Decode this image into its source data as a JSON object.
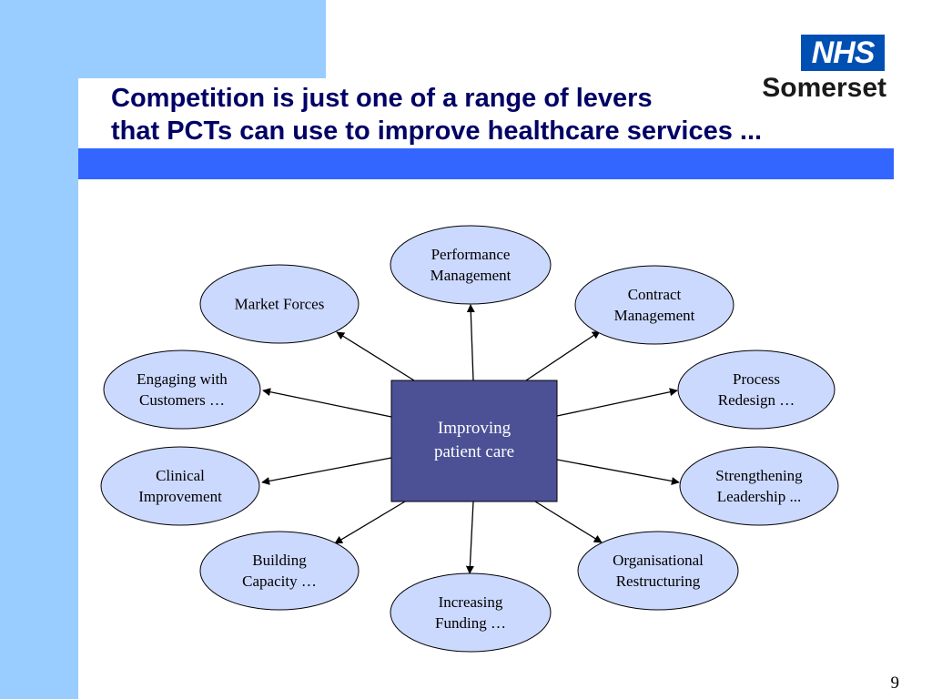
{
  "slide": {
    "title_line1": "Competition is just one of a range of levers",
    "title_line2": "that PCTs can use to improve healthcare services ...",
    "page_number": "9"
  },
  "logo": {
    "badge": "NHS",
    "org": "Somerset"
  },
  "colors": {
    "band": "#99ccff",
    "title_bar": "#3366ff",
    "title_text": "#000066",
    "node_fill": "#ccd9ff",
    "center_fill": "#4c5196"
  },
  "diagram": {
    "center": {
      "line1": "Improving",
      "line2": "patient care"
    },
    "nodes": [
      {
        "id": "performance-management",
        "line1": "Performance",
        "line2": "Management"
      },
      {
        "id": "contract-management",
        "line1": "Contract",
        "line2": "Management"
      },
      {
        "id": "market-forces",
        "line1": "Market Forces",
        "line2": ""
      },
      {
        "id": "engaging-with-customers",
        "line1": "Engaging with",
        "line2": "Customers …"
      },
      {
        "id": "process-redesign",
        "line1": "Process",
        "line2": "Redesign …"
      },
      {
        "id": "clinical-improvement",
        "line1": "Clinical",
        "line2": "Improvement"
      },
      {
        "id": "strengthening-leadership",
        "line1": "Strengthening",
        "line2": "Leadership ..."
      },
      {
        "id": "building-capacity",
        "line1": "Building",
        "line2": "Capacity …"
      },
      {
        "id": "organisational-restructuring",
        "line1": "Organisational",
        "line2": "Restructuring"
      },
      {
        "id": "increasing-funding",
        "line1": "Increasing",
        "line2": "Funding …"
      }
    ]
  }
}
